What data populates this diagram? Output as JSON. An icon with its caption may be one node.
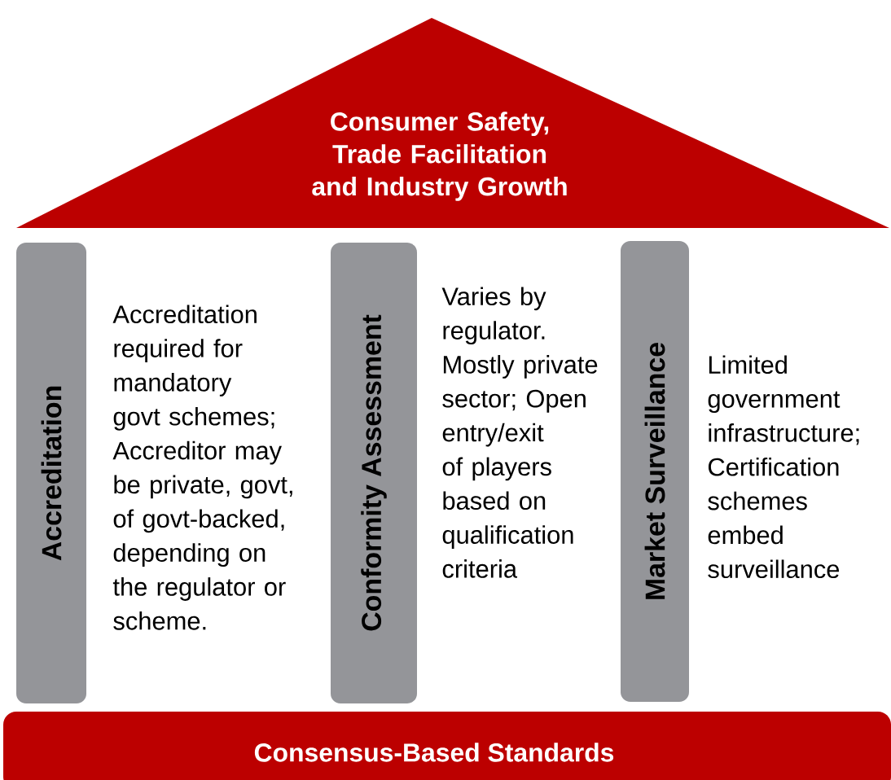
{
  "diagram": {
    "nodes": [
      {
        "text": [
          "Consumer Safety, Trade Facilitation and Industry Growth"
        ]
      },
      {
        "text": [
          "Accreditation"
        ],
        "beside": [
          "Accreditation required for mandatory govt schemes; Accreditor may be private, govt, of govt-backed, depending on the regulator or scheme."
        ]
      },
      {
        "text": [
          "Conformity Assessment"
        ],
        "beside": [
          "Varies by regulator. Mostly private sector; Open entry/exit of players based on qualification criteria"
        ]
      },
      {
        "text": [
          "Market Surveillance"
        ],
        "beside": [
          "Limited government infrastructure; Certification schemes embed surveillance"
        ]
      },
      {
        "text": [
          "Consensus-Based Standards"
        ]
      }
    ]
  }
}
